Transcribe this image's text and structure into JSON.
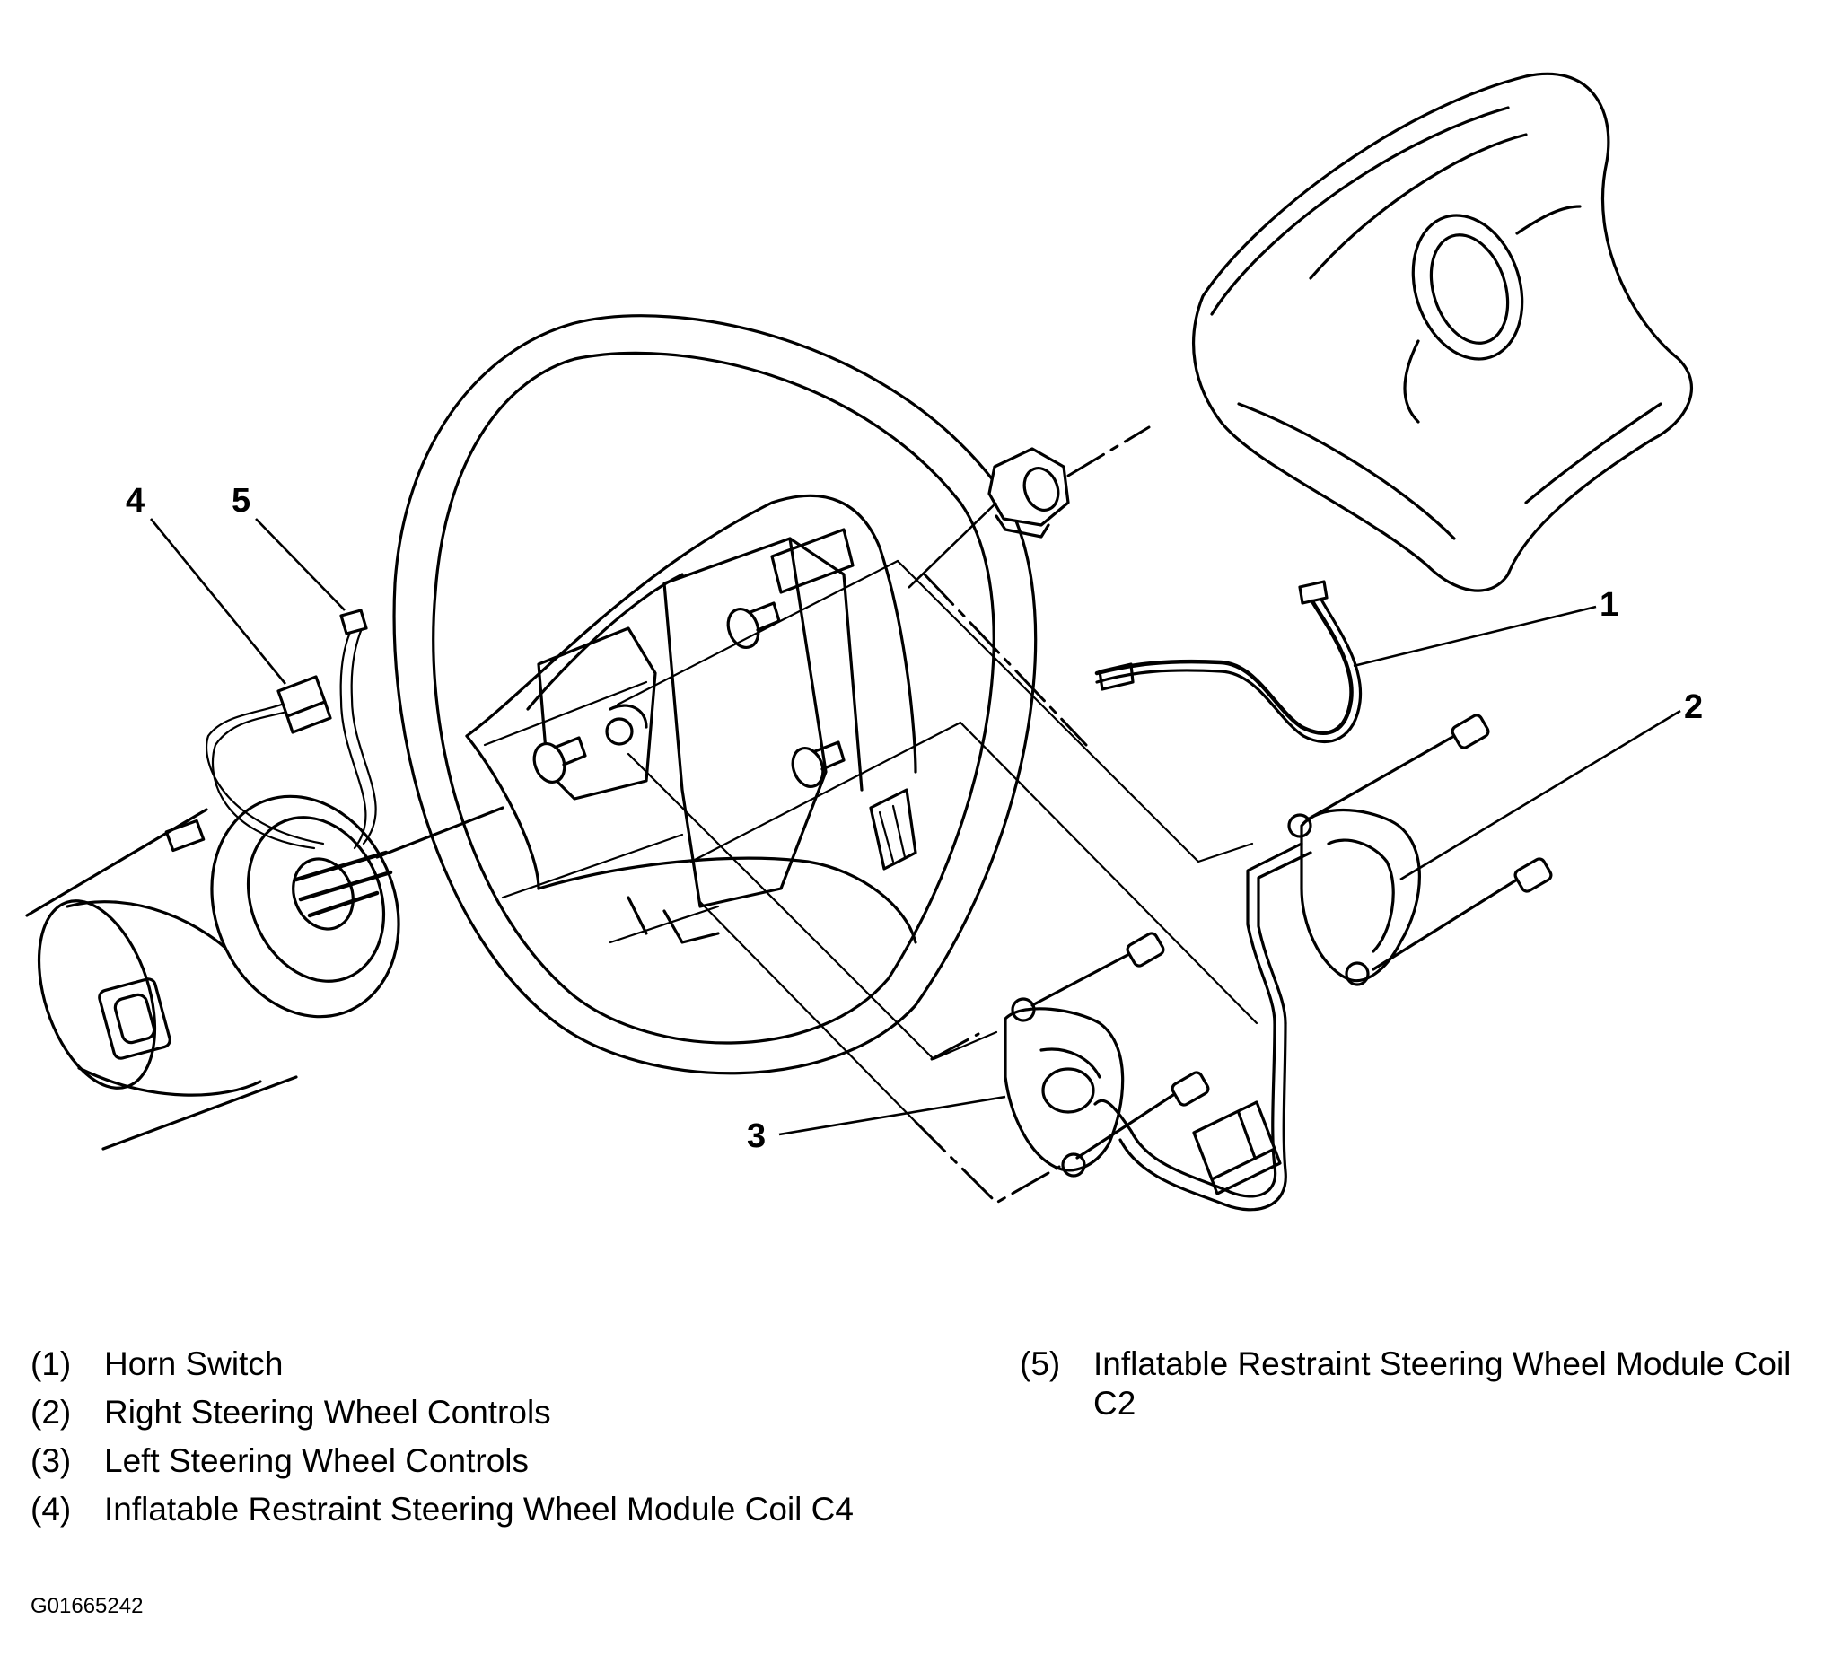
{
  "callouts": {
    "c1": "1",
    "c2": "2",
    "c3": "3",
    "c4": "4",
    "c5": "5"
  },
  "legend": {
    "items": [
      {
        "num": "(1)",
        "text": "Horn Switch"
      },
      {
        "num": "(2)",
        "text": "Right Steering Wheel Controls"
      },
      {
        "num": "(3)",
        "text": "Left Steering Wheel Controls"
      },
      {
        "num": "(4)",
        "text": "Inflatable Restraint Steering Wheel Module Coil C4"
      },
      {
        "num": "(5)",
        "text": "Inflatable Restraint Steering Wheel Module Coil C2"
      }
    ]
  },
  "figure_id": "G01665242"
}
